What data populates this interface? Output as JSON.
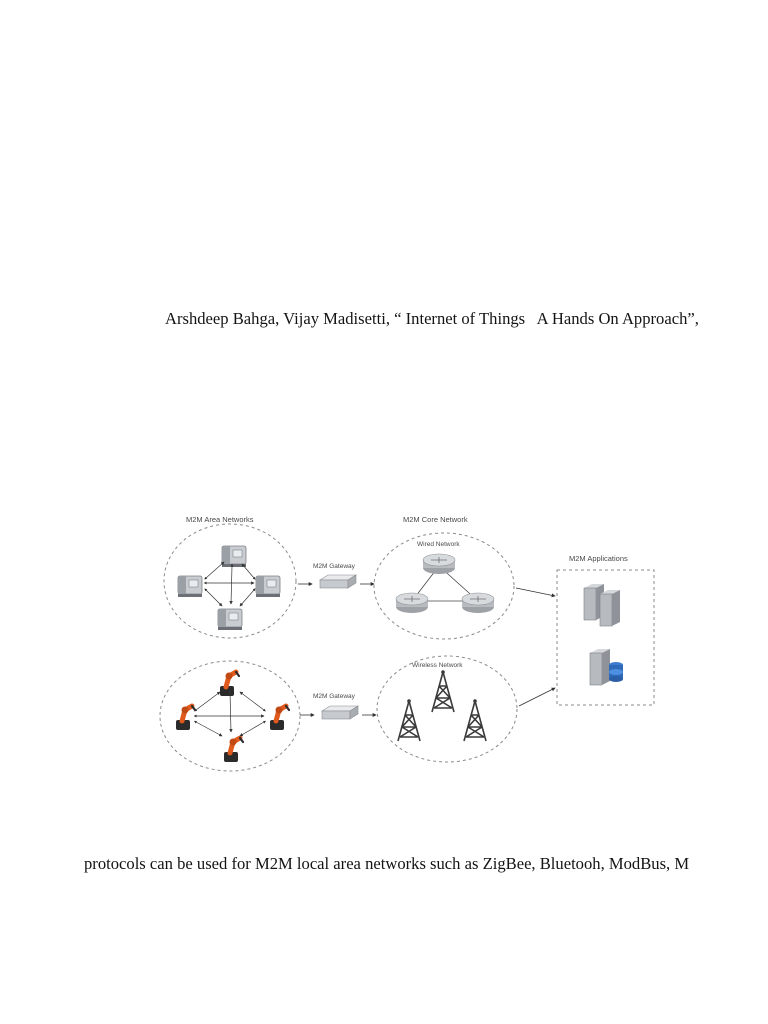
{
  "citation": "Arshdeep Bahga, Vijay Madisetti, “ Internet of Things   A Hands On Approach”,",
  "sentence": "protocols can be used for M2M local area networks such as ZigBee, Bluetooh, ModBus, M",
  "figure": {
    "area_networks_title": "M2M Area Networks",
    "core_network_title": "M2M Core Network",
    "wired_network_label": "Wired Network",
    "wireless_network_label": "Wireless Network",
    "gateway_label_top": "M2M Gateway",
    "gateway_label_bottom": "M2M Gateway",
    "applications_title": "M2M Applications",
    "robot_color": "#e05a1e",
    "tower_color": "#3a3a3a"
  }
}
